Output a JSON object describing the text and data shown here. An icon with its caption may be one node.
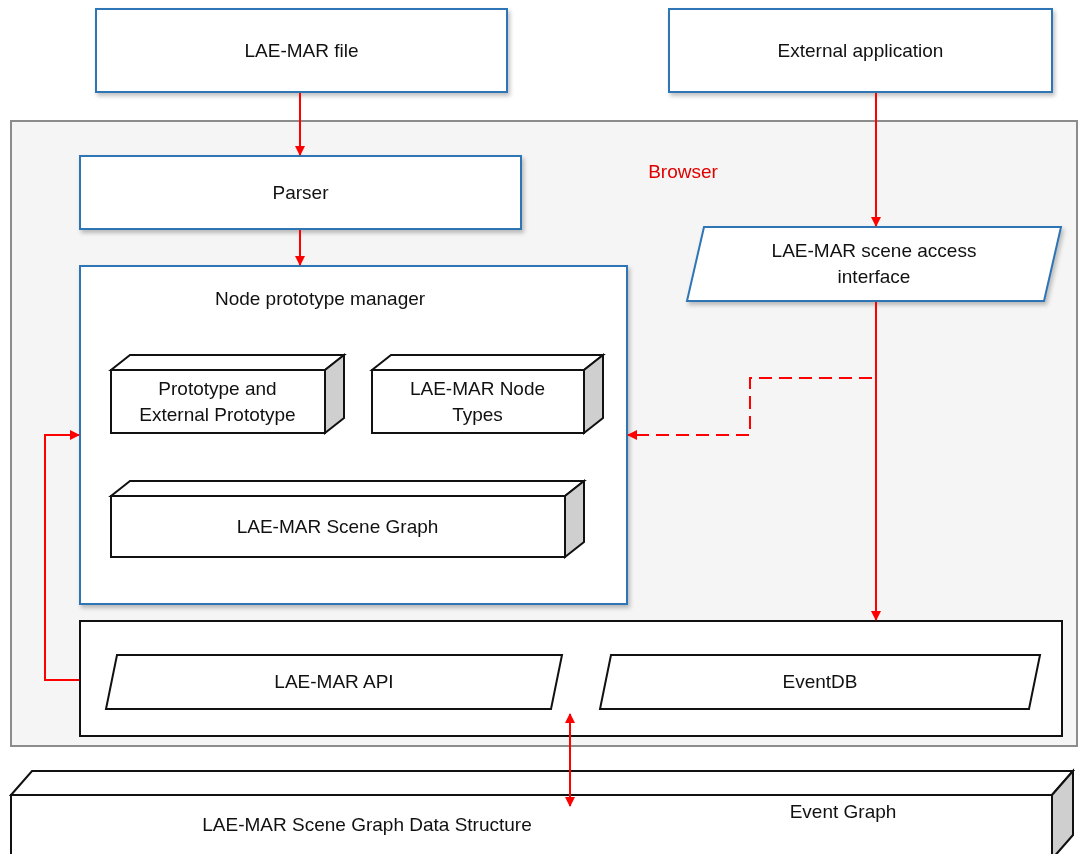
{
  "diagram": {
    "nodes": [
      {
        "text": [
          "LAE-MAR file"
        ]
      },
      {
        "text": [
          "External application"
        ]
      },
      {
        "text": [
          "Browser"
        ]
      },
      {
        "text": [
          "Parser"
        ],
        "in": 2
      },
      {
        "text": [
          "LAE-MAR scene access interface"
        ],
        "in": 2
      },
      {
        "text": [
          "Node prototype manager"
        ],
        "in": 2
      },
      {
        "text": [
          "Prototype and External Prototype"
        ],
        "in": 5
      },
      {
        "text": [
          "LAE-MAR Node Types"
        ],
        "in": 5
      },
      {
        "text": [
          "LAE-MAR Scene Graph"
        ],
        "in": 5
      },
      {
        "text": [],
        "shape": "box",
        "in": 2
      },
      {
        "text": [
          "LAE-MAR API"
        ],
        "in": 9
      },
      {
        "text": [
          "EventDB"
        ],
        "in": 9
      },
      {
        "text": [
          "LAE-MAR Scene Graph Data Structure",
          "Event Graph"
        ]
      }
    ],
    "edges": [
      {
        "from": 0,
        "to": 3,
        "arrow": "to"
      },
      {
        "from": 1,
        "to": 4,
        "arrow": "to"
      },
      {
        "from": 3,
        "to": 5,
        "arrow": "to"
      },
      {
        "from": 4,
        "to": 9,
        "arrow": "to"
      },
      {
        "from": 4,
        "to": 5,
        "arrow": "to",
        "style": "dashed"
      },
      {
        "from": 9,
        "to": 5,
        "arrow": "to"
      },
      {
        "from": 9,
        "to": 12,
        "arrow": "both"
      }
    ]
  }
}
